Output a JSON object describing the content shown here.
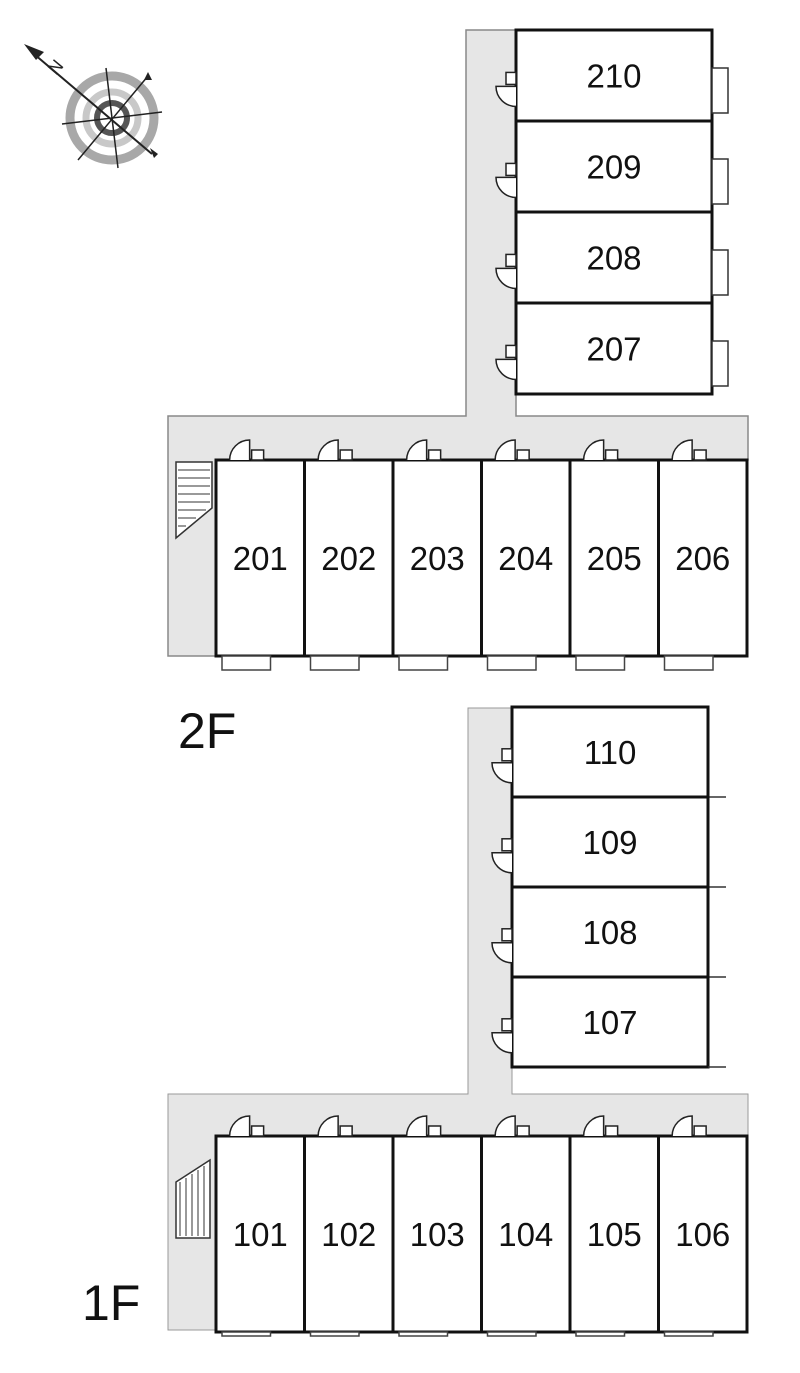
{
  "compass": {
    "icon": "compass-north-arrow-icon",
    "north_label": "N"
  },
  "floors": [
    {
      "label": "2F",
      "rooms_vertical": [
        "210",
        "209",
        "208",
        "207"
      ],
      "rooms_horizontal": [
        "201",
        "202",
        "203",
        "204",
        "205",
        "206"
      ]
    },
    {
      "label": "1F",
      "rooms_vertical": [
        "110",
        "109",
        "108",
        "107"
      ],
      "rooms_horizontal": [
        "101",
        "102",
        "103",
        "104",
        "105",
        "106"
      ]
    }
  ],
  "colors": {
    "corridor": "#e6e6e6",
    "wall": "#111111",
    "background": "#ffffff",
    "compass_ring": "#a8a8a8",
    "compass_inner": "#555555"
  }
}
